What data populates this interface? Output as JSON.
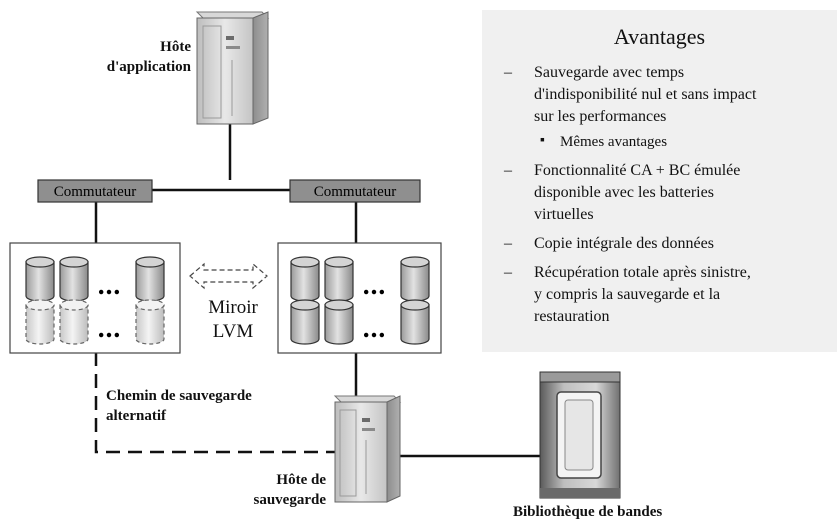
{
  "labels": {
    "app_host": [
      "Hôte",
      "d'application"
    ],
    "switch_left": "Commutateur",
    "switch_right": "Commutateur",
    "mirror": [
      "Miroir",
      "LVM"
    ],
    "alt_path": [
      "Chemin de sauvegarde",
      "alternatif"
    ],
    "backup_host": [
      "Hôte de",
      "sauvegarde"
    ],
    "tape_library": "Bibliothèque de bandes"
  },
  "ellipsis": "…",
  "advantages": {
    "title": "Avantages",
    "dash": "–",
    "bullet": "▪",
    "items": [
      {
        "lines": [
          "Sauvegarde avec temps",
          "d'indisponibilité nul et sans impact",
          "sur les performances"
        ],
        "sub": "Mêmes avantages"
      },
      {
        "lines": [
          "Fonctionnalité CA + BC émulée",
          "disponible avec les batteries",
          "virtuelles"
        ]
      },
      {
        "lines": [
          "Copie intégrale des données"
        ]
      },
      {
        "lines": [
          "Récupération totale après sinistre,",
          "y compris la sauvegarde et la",
          "restauration"
        ]
      }
    ]
  }
}
